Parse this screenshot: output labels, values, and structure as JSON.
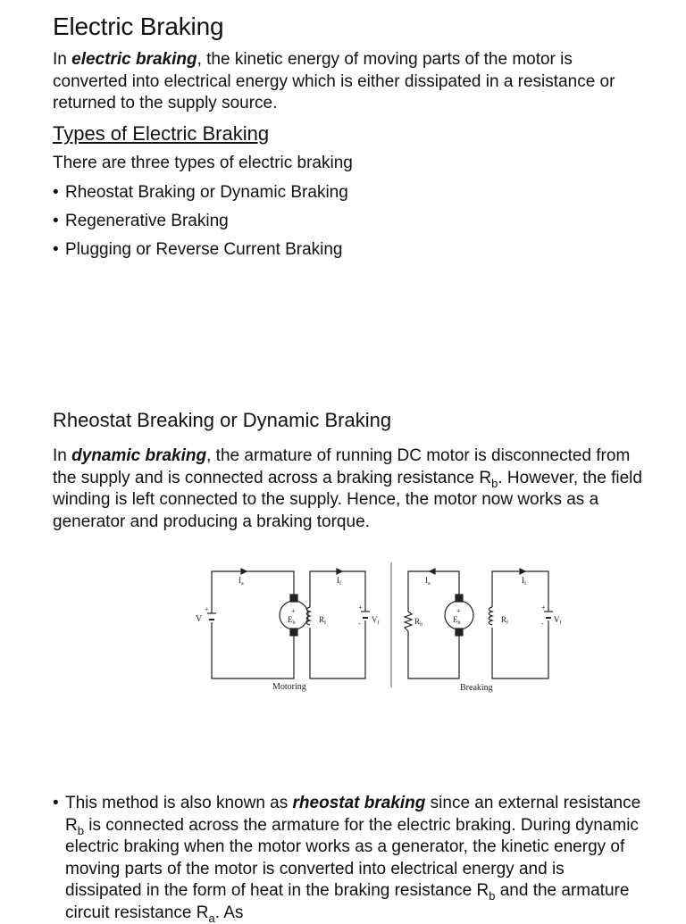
{
  "title": "Electric Braking",
  "intro": {
    "prefix": "In ",
    "term": "electric braking",
    "rest": ", the kinetic energy of moving parts of the motor is converted into electrical energy which is either dissipated in a resistance or returned to the supply source."
  },
  "types": {
    "heading": "Types of Electric Braking",
    "lead": "There are three types of electric braking",
    "items": [
      "Rheostat Braking or Dynamic Braking",
      "Regenerative Braking",
      "Plugging or Reverse Current Braking"
    ]
  },
  "rheostat": {
    "heading": "Rheostat Breaking or Dynamic Braking",
    "para": {
      "prefix": "In ",
      "term": "dynamic braking",
      "mid": ", the armature of running DC motor is disconnected from the supply and is connected across a braking resistance R",
      "sub": "b",
      "rest": ". However, the field winding is left connected to the supply. Hence, the motor now works as a generator and producing a braking torque."
    }
  },
  "diagram": {
    "left_caption": "Motoring",
    "right_caption": "Breaking",
    "supply_label": "V",
    "armature_current": "I",
    "armature_current_sub": "a",
    "field_current": "I",
    "field_current_sub": "f",
    "back_emf": "E",
    "back_emf_sub": "b",
    "field_resistance": "R",
    "field_resistance_sub": "f",
    "field_voltage": "V",
    "field_voltage_sub": "f",
    "braking_resistance": "R",
    "braking_resistance_sub": "b",
    "plus": "+",
    "minus": "-"
  },
  "method": {
    "b1": "This method is also known as ",
    "term": "rheostat braking",
    "b2": " since an external resistance R",
    "sub1": "b",
    "b3": " is connected across the armature for the electric braking. During dynamic electric braking when the motor works as a generator, the kinetic energy of moving parts of the motor is converted into electrical energy and is dissipated in the form of heat in the braking resistance R",
    "sub2": "b",
    "b4": " and the armature circuit resistance R",
    "sub3": "a",
    "b5": ". As"
  }
}
